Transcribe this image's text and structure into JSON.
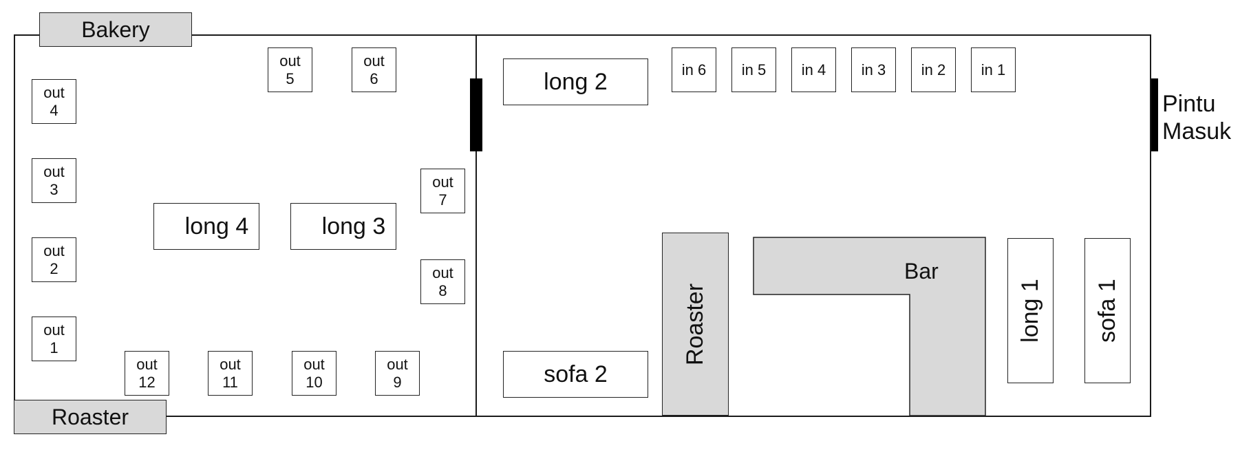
{
  "areas": {
    "bakery": "Bakery",
    "roaster_area": "Roaster",
    "entrance": "Pintu\nMasuk"
  },
  "outdoor_tables": {
    "out1": "out\n1",
    "out2": "out\n2",
    "out3": "out\n3",
    "out4": "out\n4",
    "out5": "out\n5",
    "out6": "out\n6",
    "out7": "out\n7",
    "out8": "out\n8",
    "out9": "out\n9",
    "out10": "out\n10",
    "out11": "out\n11",
    "out12": "out\n12"
  },
  "long_tables": {
    "long1": "long 1",
    "long2": "long 2",
    "long3": "long 3",
    "long4": "long 4"
  },
  "indoor_tables": [
    "in 6",
    "in 5",
    "in 4",
    "in 3",
    "in 2",
    "in 1"
  ],
  "sofas": {
    "sofa1": "sofa 1",
    "sofa2": "sofa 2"
  },
  "fixtures": {
    "roaster": "Roaster",
    "bar": "Bar"
  },
  "colors": {
    "fixture_fill": "#d9d9d9",
    "line": "#222222",
    "door": "#000000"
  }
}
